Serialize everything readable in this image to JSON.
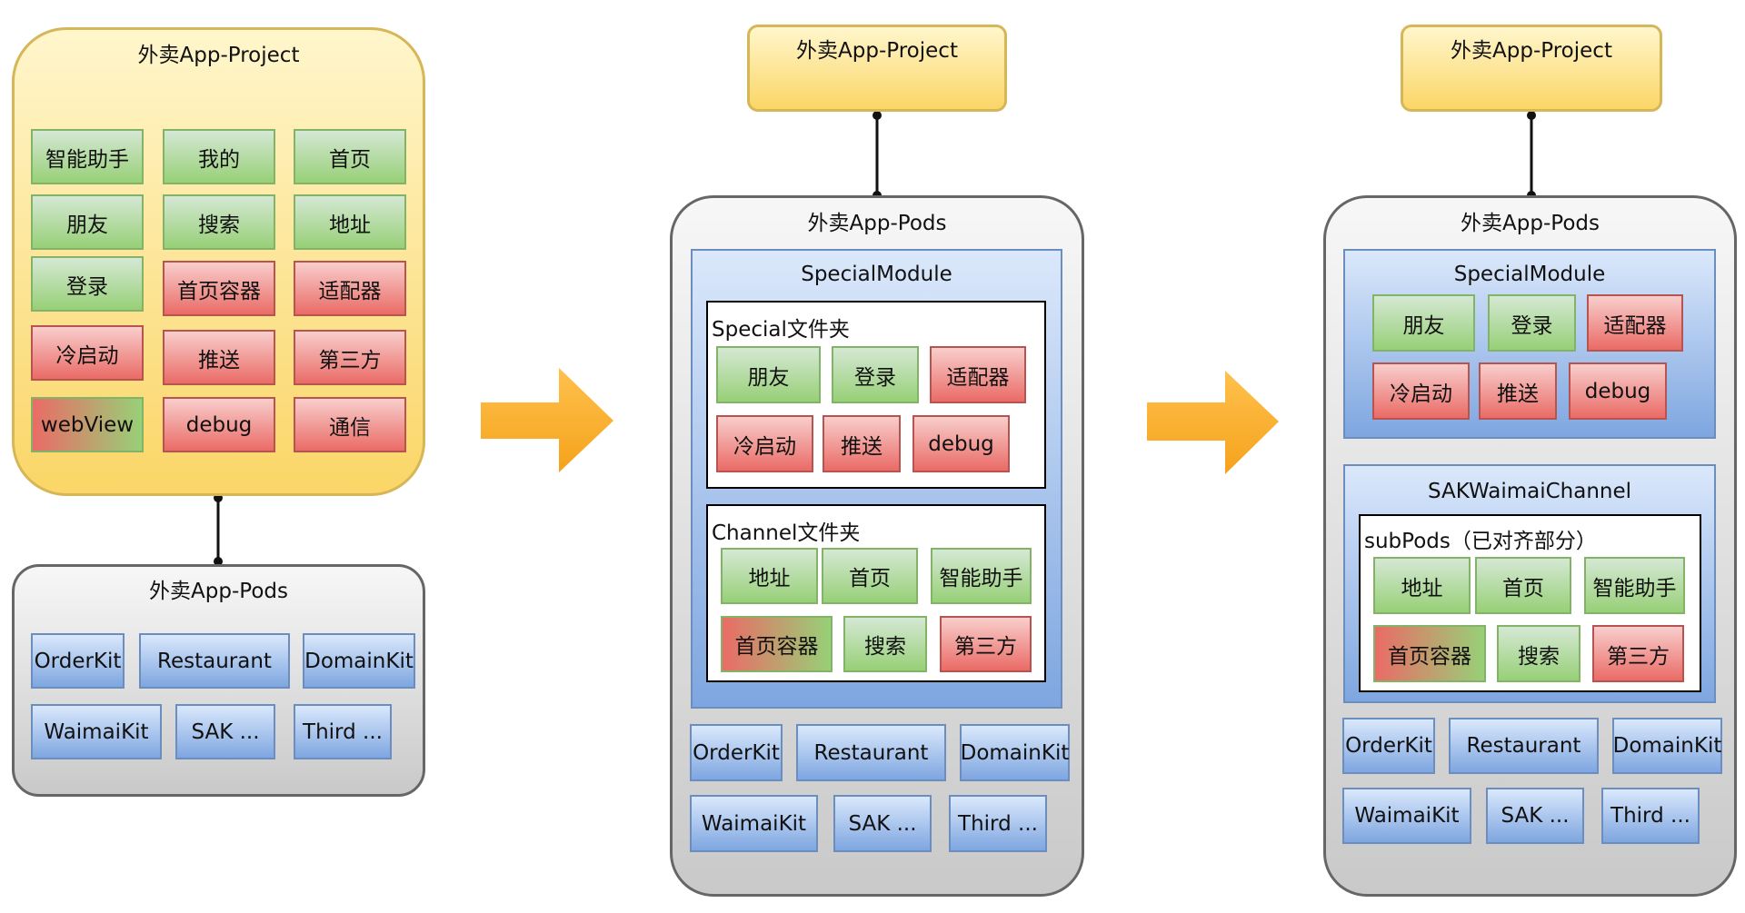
{
  "project_title": "外卖App-Project",
  "pods_title": "外卖App-Pods",
  "special_module": "SpecialModule",
  "special_folder": "Special文件夹",
  "channel_folder": "Channel文件夹",
  "channel_module": "SAKWaimaiChannel",
  "subpods": "subPods（已对齐部分）",
  "modules": {
    "assistant": "智能助手",
    "mine": "我的",
    "home": "首页",
    "friends": "朋友",
    "search": "搜索",
    "address": "地址",
    "login": "登录",
    "home_container": "首页容器",
    "adapter": "适配器",
    "cold_start": "冷启动",
    "push": "推送",
    "third_party": "第三方",
    "webview": "webView",
    "debug": "debug",
    "comm": "通信"
  },
  "kits": {
    "order": "OrderKit",
    "restaurant": "Restaurant",
    "domain": "DomainKit",
    "waimai": "WaimaiKit",
    "sak": "SAK ...",
    "third": "Third ..."
  },
  "colors": {
    "green": "#97d077",
    "red": "#ea6b66",
    "blue": "#7ea6e0",
    "yellow": "#fbd667",
    "arrow": "#fbb32e"
  }
}
